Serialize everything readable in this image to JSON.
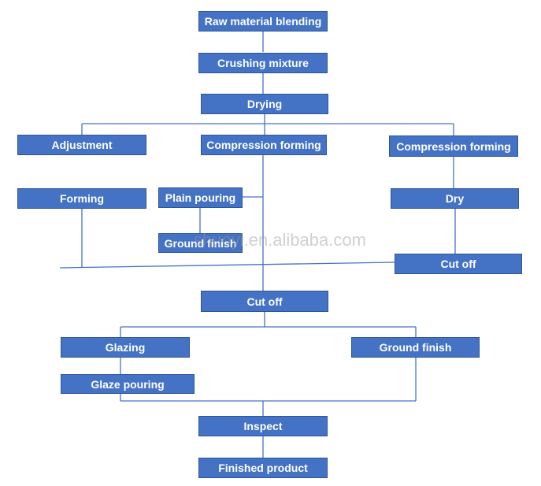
{
  "flowchart": {
    "nodes": {
      "raw_material_blending": "Raw material blending",
      "crushing_mixture": "Crushing mixture",
      "drying": "Drying",
      "adjustment": "Adjustment",
      "compression_forming_center": "Compression forming",
      "compression_forming_right": "Compression forming",
      "forming": "Forming",
      "plain_pouring": "Plain pouring",
      "ground_finish_left": "Ground finish",
      "dry": "Dry",
      "cut_off_right": "Cut off",
      "cut_off_center": "Cut off",
      "glazing": "Glazing",
      "glaze_pouring": "Glaze pouring",
      "ground_finish_right": "Ground finish",
      "inspect": "Inspect",
      "finished_product": "Finished product"
    },
    "watermark": "shuoyi.en.alibaba.com",
    "colors": {
      "box_fill": "#4472c4",
      "box_border": "#2f5597",
      "box_text": "#ffffff",
      "connector": "#4472c4"
    }
  }
}
